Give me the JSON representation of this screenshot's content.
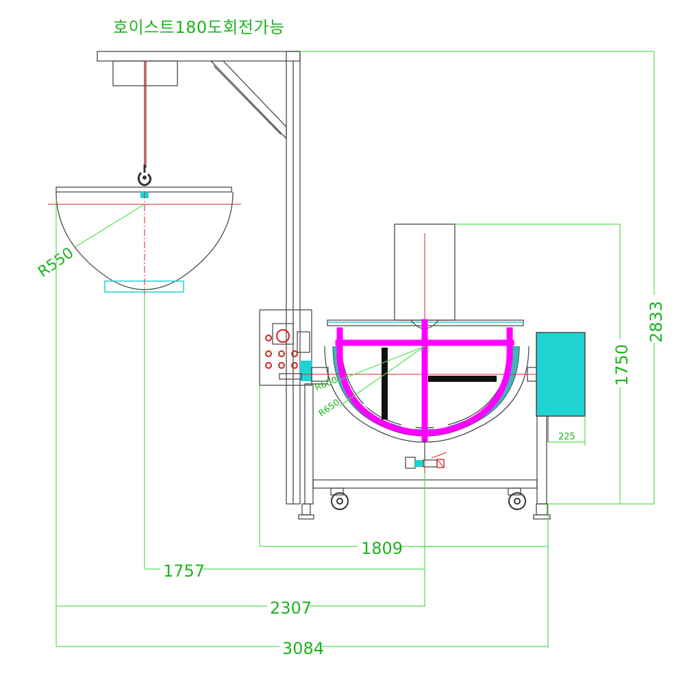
{
  "title": "호이스트180도회전가능",
  "dimensions": {
    "d1809": "1809",
    "d1757": "1757",
    "d2307": "2307",
    "d3084": "3084",
    "d2833": "2833",
    "d1750": "1750",
    "d225": "225"
  },
  "radii": {
    "r550": "R550",
    "r600": "R600",
    "r650": "R650"
  },
  "colors": {
    "dimension": "#4fe04f",
    "agitator": "#ff00ff",
    "accent": "#1fd3d3",
    "centerline": "#e02020",
    "outline": "#4a4a4a"
  }
}
